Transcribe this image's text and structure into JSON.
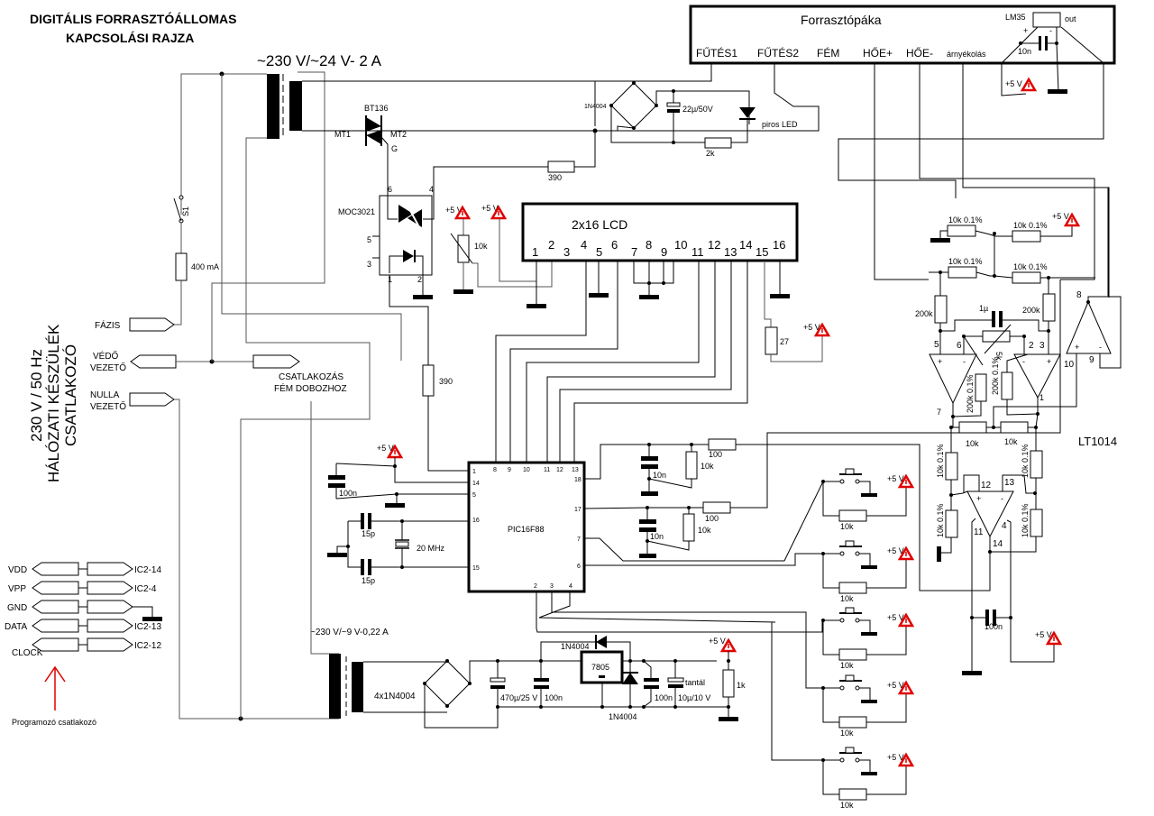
{
  "title": {
    "line1": "DIGITÁLIS FORRASZTÓÁLLOMAS",
    "line2": "KAPCSOLÁSI RAJZA"
  },
  "mains": {
    "vertical_line1": "230 V / 50 Hz",
    "vertical_line2": "HÁLÓZATI KÉSZÜLÉK",
    "vertical_line3": "CSATLAKOZÓ",
    "phase": "FÁZIS",
    "protective_1": "VÉDŐ",
    "protective_2": "VEZETŐ",
    "neutral_1": "NULLA",
    "neutral_2": "VEZETŐ",
    "case_conn_1": "CSATLAKOZÁS",
    "case_conn_2": "FÉM DOBOZHOZ",
    "switch": "S1",
    "fuse": "400 mA"
  },
  "transformer_main": {
    "label": "~230 V/~24 V- 2 A"
  },
  "transformer_aux": {
    "label": "~230 V/~9 V-0,22 A"
  },
  "triac": {
    "part": "BT136",
    "mt1": "MT1",
    "mt2": "MT2",
    "gate": "G"
  },
  "optocoupler": {
    "part": "MOC3021",
    "pin6": "6",
    "pin4": "4",
    "pin5": "5",
    "pin3": "3",
    "pin1": "1",
    "pin2": "2"
  },
  "led_circuit": {
    "bridge": "1N4004",
    "cap": "22µ/50V",
    "led": "piros LED",
    "resistor": "2k",
    "gate_resistor": "390",
    "opto_resistor": "390"
  },
  "iron": {
    "title": "Forrasztópáka",
    "pins": [
      "FŰTÉS1",
      "FŰTÉS2",
      "FÉM",
      "HŐE+",
      "HŐE-",
      "árnyékolás"
    ],
    "sensor": "LM35",
    "sensor_out": "out",
    "sensor_plus": "+",
    "sensor_minus": "-",
    "cap": "10n"
  },
  "supply_label": "+5 V",
  "lcd": {
    "title": "2x16 LCD",
    "pins": [
      "1",
      "2",
      "3",
      "4",
      "5",
      "6",
      "7",
      "8",
      "9",
      "10",
      "11",
      "12",
      "13",
      "14",
      "15",
      "16"
    ],
    "contrast_pot": "10k",
    "backlight_resistor": "27"
  },
  "mcu": {
    "part": "PIC16F88",
    "pins_top": [
      "1",
      "8",
      "9",
      "10",
      "11",
      "12",
      "13"
    ],
    "pins_left": [
      "14",
      "5",
      "16",
      "15"
    ],
    "pins_right": [
      "18",
      "17",
      "7",
      "6"
    ],
    "pins_bottom": [
      "2",
      "3",
      "4"
    ],
    "decoupling": "100n",
    "crystal": "20 MHz",
    "crystal_cap": "15p"
  },
  "adc_filter": {
    "cap": "10n",
    "pulldown": "10k",
    "series": "100"
  },
  "buttons": {
    "pullup": "10k"
  },
  "programmer": {
    "rows": [
      {
        "name": "VDD",
        "target": "IC2-14"
      },
      {
        "name": "VPP",
        "target": "IC2-4"
      },
      {
        "name": "GND",
        "target": ""
      },
      {
        "name": "DATA",
        "target": "IC2-13"
      },
      {
        "name": "CLOCK",
        "target": "IC2-12"
      }
    ],
    "caption": "Programozó csatlakozó"
  },
  "psu": {
    "bridge": "4x1N4004",
    "bulk_cap": "470µ/25 V",
    "cap_in": "100n",
    "regulator": "7805",
    "diode_top": "1N4004",
    "diode_bottom": "1N4004",
    "cap_out": "100n",
    "tantalum_label": "tantál",
    "tantalum": "10µ/10 V",
    "load": "1k"
  },
  "amplifier": {
    "part": "LT1014",
    "r_bridge": "10k 0.1%",
    "r_gain": "200k",
    "r_feedback": "200k 0.1%",
    "cap": "1µ",
    "pot": "5k",
    "r_mid": "10k",
    "r_diff": "10k 0.1%",
    "decoupling": "100n",
    "pins": {
      "p1": "1",
      "p2": "2",
      "p3": "3",
      "p4": "4",
      "p5": "5",
      "p6": "6",
      "p7": "7",
      "p8": "8",
      "p9": "9",
      "p10": "10",
      "p11": "11",
      "p12": "12",
      "p13": "13",
      "p14": "14"
    },
    "plus": "+",
    "minus": "-"
  }
}
